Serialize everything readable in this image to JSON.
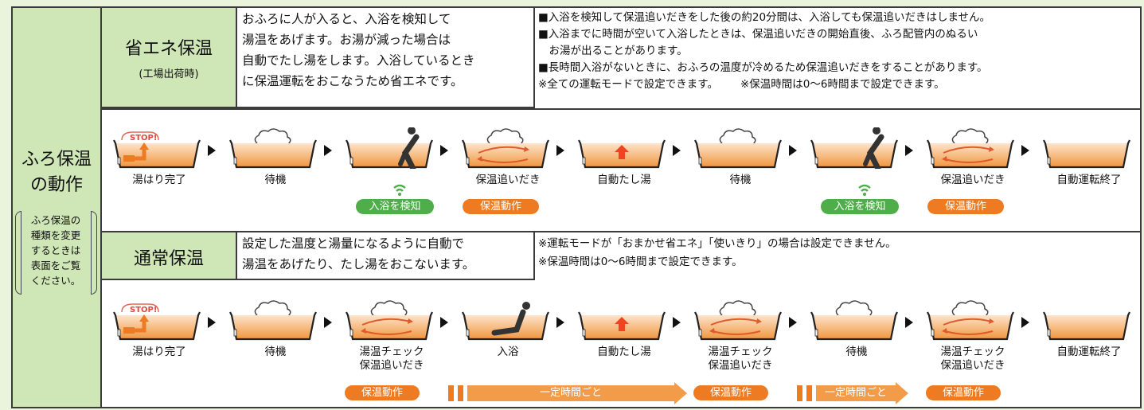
{
  "left": {
    "title_line1": "ふろ保温",
    "title_line2": "の動作",
    "note_lines": [
      "ふろ保温の",
      "種類を変更",
      "するときは",
      "表面をご覧",
      "ください。"
    ]
  },
  "eco": {
    "name": "省エネ保温",
    "sub": "(工場出荷時)",
    "desc_lines": [
      "おふろに人が入ると、入浴を検知して",
      "湯温をあげます。お湯が減った場合は",
      "自動でたし湯をします。入浴しているとき",
      "に保温運転をおこなうため省エネです。"
    ],
    "notes": [
      "■入浴を検知して保温追いだきをした後の約20分間は、入浴しても保温追いだきはしません。",
      "■入浴までに時間が空いて入浴したときは、保温追いだきの開始直後、ふろ配管内のぬるい",
      "　お湯が出ることがあります。",
      "■長時間入浴がないときに、おふろの温度が冷めるため保温追いだきをすることがあります。"
    ],
    "footnote1": "※全ての運転モードで設定できます。",
    "footnote2": "※保温時間は0〜6時間まで設定できます。",
    "steps": [
      {
        "label": "湯はり完了",
        "icon": "stop-tub-icon"
      },
      {
        "label": "待機",
        "icon": "steam-tub-icon"
      },
      {
        "label": "",
        "icon": "person-entering-icon"
      },
      {
        "label": "保温追いだき",
        "icon": "reheat-tub-icon"
      },
      {
        "label": "自動たし湯",
        "icon": "add-water-tub-icon"
      },
      {
        "label": "待機",
        "icon": "steam-tub-icon"
      },
      {
        "label": "",
        "icon": "person-entering-icon"
      },
      {
        "label": "保温追いだき",
        "icon": "reheat-tub-icon"
      },
      {
        "label": "自動運転終了",
        "icon": "empty-tub-icon"
      }
    ],
    "stop_text": "STOP!",
    "pill_detect": "入浴を検知",
    "pill_keep": "保温動作"
  },
  "normal": {
    "name": "通常保温",
    "desc_lines": [
      "設定した温度と湯量になるように自動で",
      "湯温をあげたり、たし湯をおこないます。"
    ],
    "notes": [
      "※運転モードが「おまかせ省エネ」「使いきり」の場合は設定できません。",
      "※保温時間は0〜6時間まで設定できます。"
    ],
    "steps": [
      {
        "label": "湯はり完了",
        "label2": "",
        "icon": "stop-tub-icon"
      },
      {
        "label": "待機",
        "label2": "",
        "icon": "steam-tub-icon"
      },
      {
        "label": "湯温チェック",
        "label2": "保温追いだき",
        "icon": "reheat-tub-icon"
      },
      {
        "label": "入浴",
        "label2": "",
        "icon": "bathing-person-icon"
      },
      {
        "label": "自動たし湯",
        "label2": "",
        "icon": "add-water-tub-icon"
      },
      {
        "label": "湯温チェック",
        "label2": "保温追いだき",
        "icon": "reheat-tub-icon"
      },
      {
        "label": "待機",
        "label2": "",
        "icon": "steam-tub-icon"
      },
      {
        "label": "湯温チェック",
        "label2": "保温追いだき",
        "icon": "reheat-tub-icon"
      },
      {
        "label": "自動運転終了",
        "label2": "",
        "icon": "empty-tub-icon"
      }
    ],
    "stop_text": "STOP!",
    "pill_keep": "保温動作",
    "interval": "一定時間ごと"
  },
  "colors": {
    "green_bg": "#cfe6b7",
    "orange": "#ee7b22",
    "green": "#4fae4a",
    "water_top": "#fde3cc",
    "water_bottom": "#f0963f"
  }
}
